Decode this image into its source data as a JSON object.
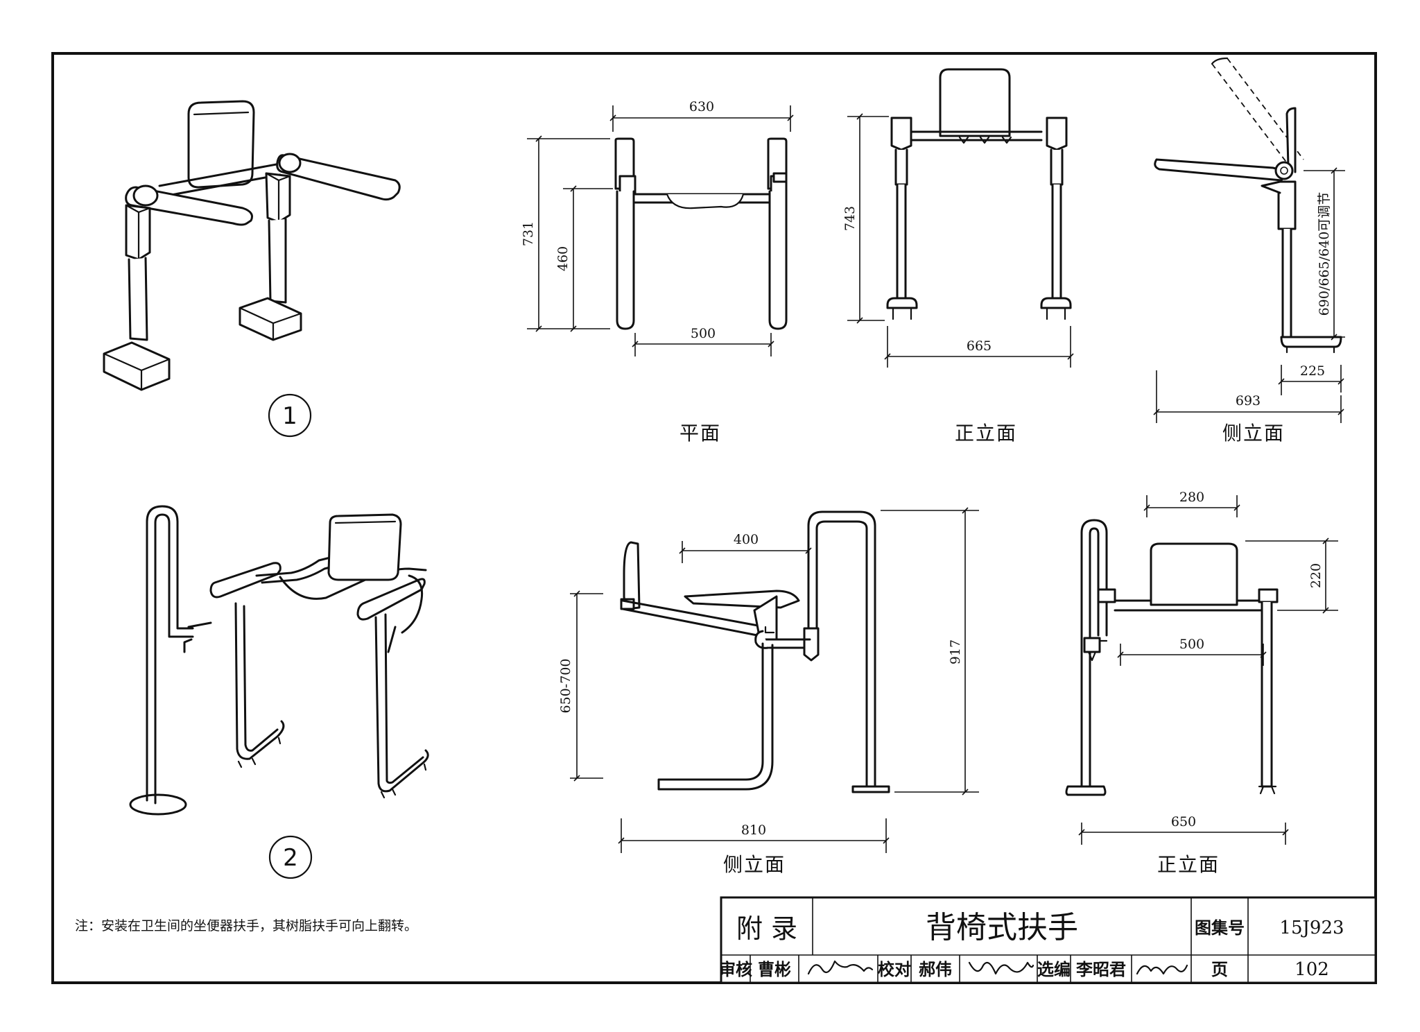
{
  "views": {
    "plan": "平面",
    "front1": "正立面",
    "side1": "侧立面",
    "side2": "侧立面",
    "front2": "正立面"
  },
  "markers": {
    "one": "1",
    "two": "2"
  },
  "dims": {
    "plan_width": "630",
    "plan_depth": "731",
    "plan_seat": "460",
    "plan_inner": "500",
    "front1_height": "743",
    "front1_width": "665",
    "side1_height": "690/665/640可调节",
    "side1_base": "225",
    "side1_depth": "693",
    "side2_arm": "400",
    "side2_height": "917",
    "side2_seat": "650-700",
    "side2_depth": "810",
    "front2_back": "280",
    "front2_backh": "220",
    "front2_inner": "500",
    "front2_width": "650"
  },
  "note": "注：安装在卫生间的坐便器扶手，其树脂扶手可向上翻转。",
  "title_block": {
    "section": "附 录",
    "title": "背椅式扶手",
    "atlas_label": "图集号",
    "atlas_no": "15J923",
    "review_label": "审核",
    "reviewer": "曹彬",
    "check_label": "校对",
    "checker": "郝伟",
    "design_label": "选编",
    "designer": "李昭君",
    "page_label": "页",
    "page_no": "102"
  }
}
